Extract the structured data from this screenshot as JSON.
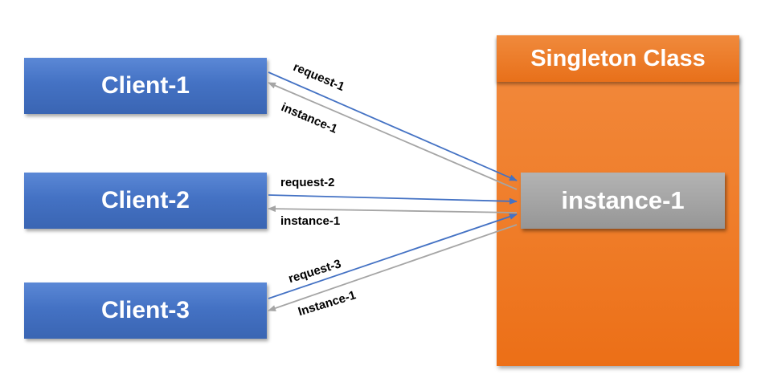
{
  "clients": [
    {
      "label": "Client-1"
    },
    {
      "label": "Client-2"
    },
    {
      "label": "Client-3"
    }
  ],
  "singleton": {
    "title": "Singleton Class",
    "instance_label": "instance-1"
  },
  "arrows": {
    "request_1": "request-1",
    "response_1": "instance-1",
    "request_2": "request-2",
    "response_2": "instance-1",
    "request_3": "request-3",
    "response_3": "Instance-1"
  },
  "colors": {
    "client_fill": "#4472c4",
    "singleton_fill": "#ed7d31",
    "instance_fill": "#a5a5a5",
    "request_arrow": "#4472c4",
    "response_arrow": "#a5a5a5"
  }
}
